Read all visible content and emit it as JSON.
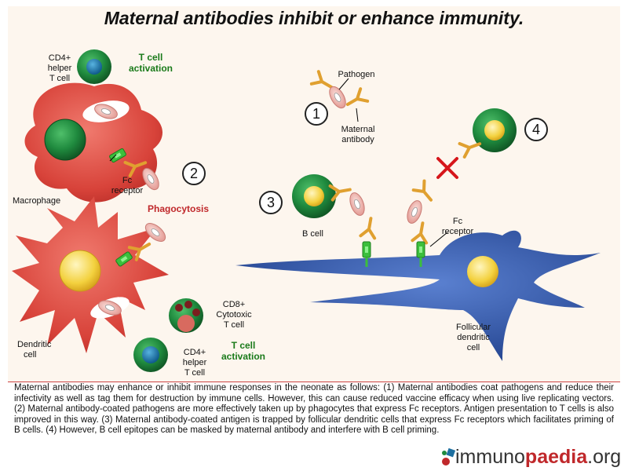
{
  "title": "Maternal antibodies inhibit or enhance immunity.",
  "labels": {
    "cd4_top": [
      "CD4+",
      "helper",
      "T cell"
    ],
    "t_activation_top": [
      "T cell",
      "activation"
    ],
    "macrophage": "Macrophage",
    "fc_receptor_left": [
      "Fc",
      "receptor"
    ],
    "phagocytosis": "Phagocytosis",
    "dendritic_cell": [
      "Dendritic",
      "cell"
    ],
    "cd8": [
      "CD8+",
      "Cytotoxic",
      "T cell"
    ],
    "cd4_bottom": [
      "CD4+",
      "helper",
      "T cell"
    ],
    "t_activation_bottom": [
      "T cell",
      "activation"
    ],
    "pathogen": "Pathogen",
    "maternal_antibody": [
      "Maternal",
      "antibody"
    ],
    "b_cell": "B cell",
    "fc_receptor_right": [
      "Fc",
      "receptor"
    ],
    "follicular_dendritic_cell": [
      "Follicular",
      "dendritic",
      "cell"
    ]
  },
  "numbers": [
    "1",
    "2",
    "3",
    "4"
  ],
  "caption": "Maternal antibodies may enhance or inhibit immune responses in the neonate as follows: (1) Maternal antibodies coat pathogens and reduce their infectivity as well as tag them for destruction by immune cells. However, this can cause reduced vaccine efficacy when using live replicating vectors. (2) Maternal antibody-coated pathogens are more effectively taken up by phagocytes that express Fc receptors. Antigen presentation to T cells is also improved in this way. (3) Maternal antibody-coated antigen is trapped by follicular dendritic cells that express Fc receptors which facilitates priming of B cells. (4) However, B cell epitopes can be masked by maternal antibody and interfere with B cell priming.",
  "logo": {
    "prefix": "immuno",
    "accent": "paedia",
    "suffix": ".org"
  },
  "colors": {
    "macrophage": "#d9473f",
    "t_cell_green": "#1f7a3a",
    "nucleus_blue": "#1d6fa0",
    "nucleus_yellow": "#f5d94a",
    "antibody": "#e0a030",
    "fc_receptor": "#3cbf3c",
    "fdc_blue": "#2a4f9e",
    "block_red": "#d6161b"
  }
}
